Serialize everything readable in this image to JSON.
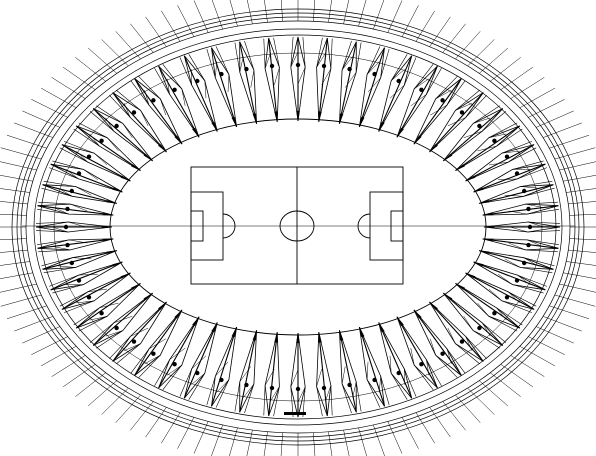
{
  "drawing": {
    "subject": "",
    "colors": {
      "ink": "#000000",
      "background": "#ffffff"
    },
    "roof": {
      "truss_count": 56,
      "outer_ring_count": 6,
      "radial_line_count": 112
    },
    "pitch": {
      "has_center_circle": true,
      "has_penalty_areas": true,
      "has_goal_areas": true,
      "has_penalty_arcs": true
    },
    "scale_bar": true
  }
}
